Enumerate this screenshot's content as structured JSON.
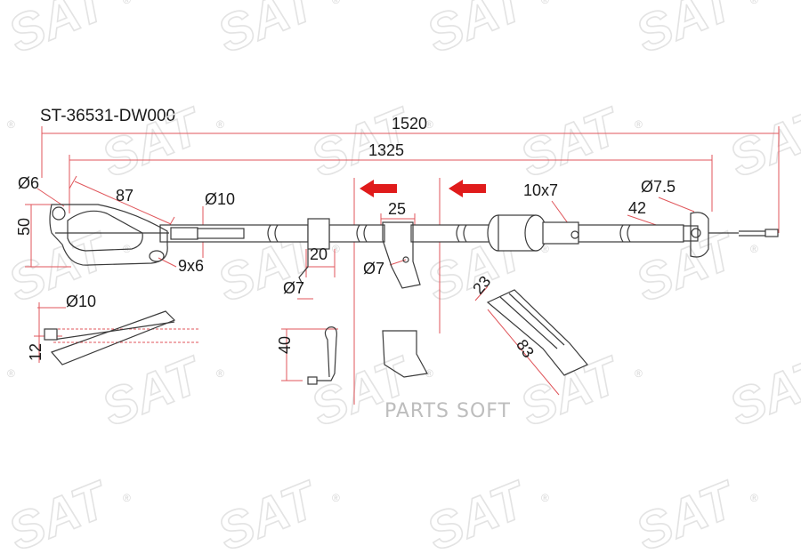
{
  "part_number": "ST-36531-DW000",
  "watermark": {
    "brand": "SAT",
    "mark": "®",
    "site": "PARTS SOFT"
  },
  "dimensions": {
    "overall_length": "1520",
    "inner_length": "1325",
    "left_eye_dia": "Ø6",
    "left_bracket_len": "87",
    "left_end_dia": "Ø10",
    "left_height": "50",
    "left_slot": "9x6",
    "clip_width": "20",
    "clip_hole": "Ø7",
    "bracket_width": "25",
    "bracket_hole": "Ø7",
    "bushing_size": "10x7",
    "right_end_dia": "Ø7.5",
    "right_end_len": "42",
    "detail_dia": "Ø10",
    "detail_height": "12",
    "clip_height": "40",
    "angle_width": "23",
    "angle_length": "83"
  }
}
